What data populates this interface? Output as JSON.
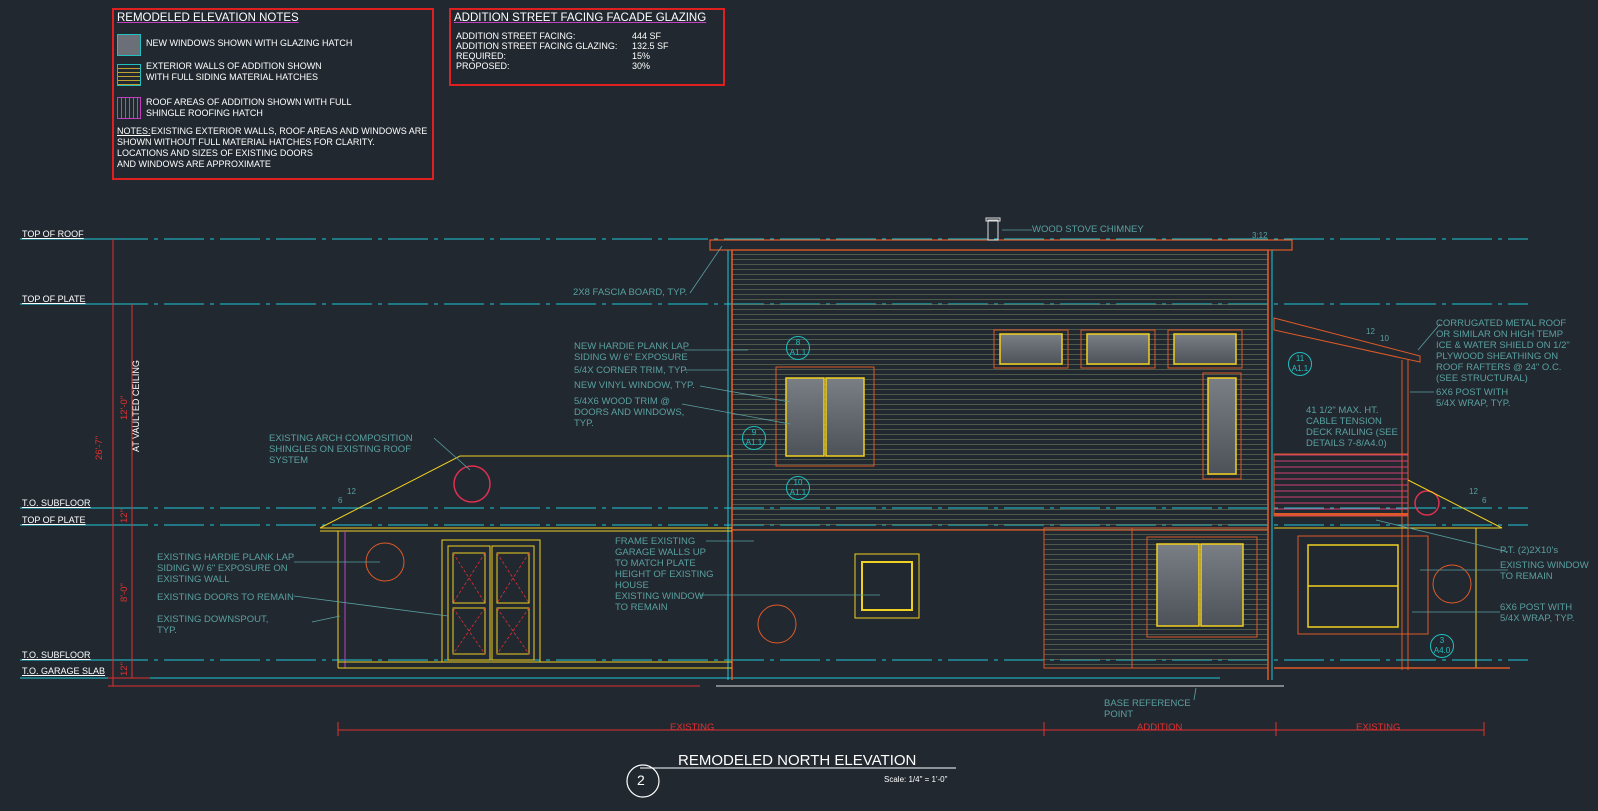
{
  "notes_box": {
    "title": "REMODELED ELEVATION NOTES",
    "legend": [
      {
        "label1": "NEW WINDOWS SHOWN WITH GLAZING HATCH",
        "label2": ""
      },
      {
        "label1": "EXTERIOR WALLS OF ADDITION SHOWN",
        "label2": "WITH FULL SIDING MATERIAL HATCHES"
      },
      {
        "label1": "ROOF AREAS OF ADDITION SHOWN WITH FULL",
        "label2": "SHINGLE ROOFING HATCH"
      }
    ],
    "notes_label": "NOTES:",
    "notes_lines": [
      "EXISTING EXTERIOR WALLS, ROOF AREAS AND WINDOWS ARE",
      "SHOWN WITHOUT FULL MATERIAL HATCHES FOR CLARITY.",
      "LOCATIONS AND SIZES OF EXISTING DOORS",
      "AND WINDOWS ARE APPROXIMATE"
    ]
  },
  "glazing_box": {
    "title": "ADDITION STREET FACING FACADE GLAZING",
    "rows": [
      {
        "label": "ADDITION STREET FACING:",
        "value": "444 SF"
      },
      {
        "label": "ADDITION STREET FACING GLAZING:",
        "value": "132.5 SF"
      },
      {
        "label": "REQUIRED:",
        "value": "15%"
      },
      {
        "label": "PROPOSED:",
        "value": "30%"
      }
    ]
  },
  "levels": {
    "top_of_roof": "TOP OF ROOF",
    "top_of_plate": "TOP OF PLATE",
    "to_subfloor": "T.O. SUBFLOOR",
    "top_of_plate_2": "TOP OF PLATE",
    "to_subfloor_2": "T.O. SUBFLOOR",
    "to_garage_slab": "T.O. GARAGE SLAB"
  },
  "dims": {
    "overall": "26'-7\"",
    "upper": "12'-0\"",
    "vaulted": "AT VAULTED CEILING",
    "floor1": "12\"",
    "lower": "8'-0\"",
    "floor2": "12\"",
    "existing_left": "EXISTING",
    "addition": "ADDITION",
    "existing_right": "EXISTING"
  },
  "annotations": {
    "chimney": "WOOD STOVE CHIMNEY",
    "slope_top": "3:12",
    "fascia": "2X8 FASCIA BOARD, TYP.",
    "hardie_new": [
      "NEW HARDIE PLANK LAP",
      "SIDING W/ 6\" EXPOSURE"
    ],
    "corner_trim": "5/4X CORNER TRIM, TYP.",
    "vinyl_window": "NEW VINYL WINDOW, TYP.",
    "wood_trim": [
      "5/4X6 WOOD TRIM @",
      "DOORS AND WINDOWS,",
      "TYP."
    ],
    "arch_shingles": [
      "EXISTING ARCH COMPOSITION",
      "SHINGLES ON EXISTING ROOF",
      "SYSTEM"
    ],
    "slope_left_a": "12",
    "slope_left_b": "6",
    "hardie_existing": [
      "EXISTING HARDIE PLANK LAP",
      "SIDING W/ 6\" EXPOSURE ON",
      "EXISTING WALL"
    ],
    "doors_remain": "EXISTING DOORS TO REMAIN",
    "downspout": [
      "EXISTING DOWNSPOUT,",
      "TYP."
    ],
    "frame_garage": [
      "FRAME EXISTING",
      "GARAGE WALLS UP",
      "TO MATCH PLATE",
      "HEIGHT OF EXISTING",
      "HOUSE",
      "EXISTING WINDOW",
      "TO REMAIN"
    ],
    "corrugated": [
      "CORRUGATED METAL ROOF",
      "OR SIMILAR ON HIGH TEMP",
      "ICE & WATER SHIELD ON 1/2\"",
      "PLYWOOD SHEATHING ON",
      "ROOF RAFTERS @ 24\" O.C.",
      "(SEE STRUCTURAL)"
    ],
    "post_top": [
      "6X6 POST WITH",
      "5/4X WRAP, TYP."
    ],
    "railing": [
      "41 1/2\" MAX. HT.",
      "CABLE TENSION",
      "DECK RAILING (SEE",
      "DETAILS 7-8/A4.0)"
    ],
    "slope_right_top_a": "12",
    "slope_right_top_b": "10",
    "slope_right_a": "12",
    "slope_right_b": "6",
    "pt": "P.T. (2)2X10's",
    "existing_window_right": [
      "EXISTING WINDOW",
      "TO REMAIN"
    ],
    "post_bottom": [
      "6X6 POST WITH",
      "5/4X WRAP, TYP."
    ],
    "base_ref": [
      "BASE REFERENCE",
      "POINT"
    ]
  },
  "bubbles": [
    {
      "num": "8",
      "sheet": "A1.1"
    },
    {
      "num": "9",
      "sheet": "A1.1"
    },
    {
      "num": "10",
      "sheet": "A1.1"
    },
    {
      "num": "11",
      "sheet": "A1.1"
    },
    {
      "num": "3",
      "sheet": "A4.0"
    }
  ],
  "title_block": {
    "number": "2",
    "title": "REMODELED NORTH ELEVATION",
    "scale": "Scale: 1/4\" = 1'-0\""
  }
}
